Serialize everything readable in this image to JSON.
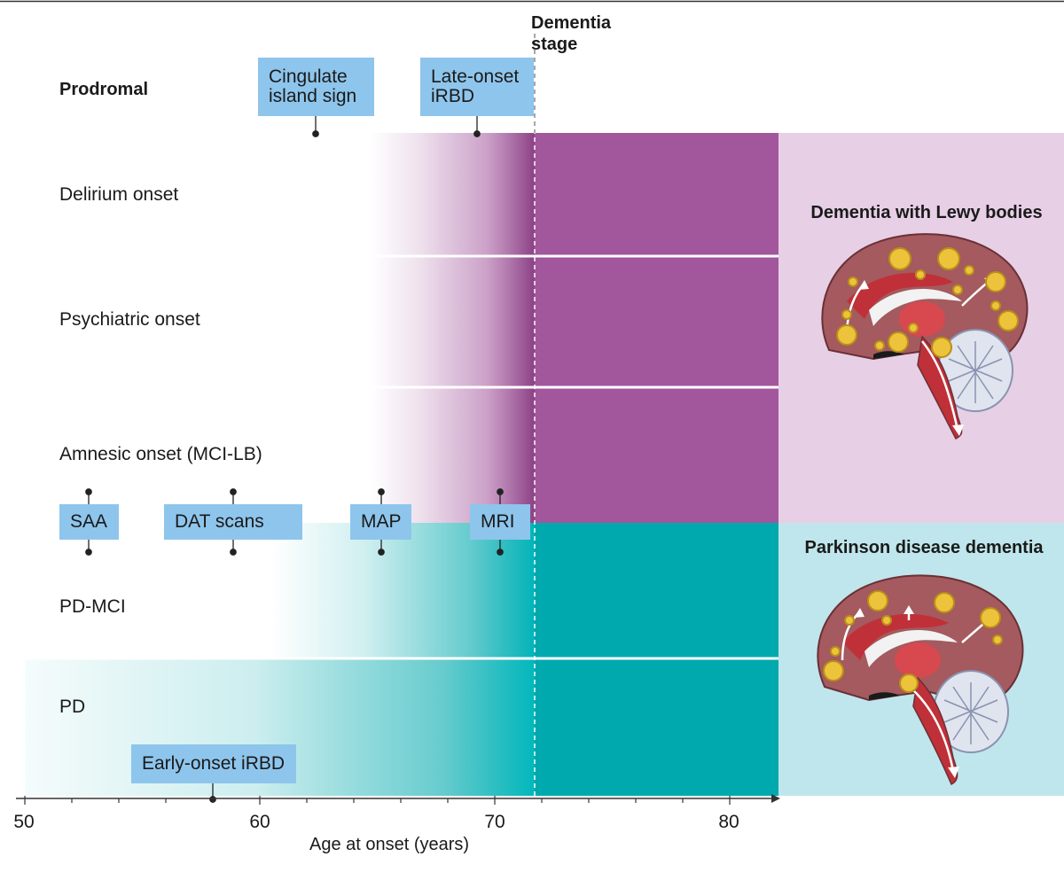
{
  "header": {
    "dementia_stage": [
      "Dementia",
      "stage"
    ]
  },
  "rows": {
    "prodromal": "Prodromal",
    "delirium": "Delirium onset",
    "psychiatric": "Psychiatric onset",
    "amnesic": "Amnesic onset (MCI-LB)",
    "pd_mci": "PD-MCI",
    "pd": "PD"
  },
  "biomarkers": {
    "cingulate": [
      "Cingulate",
      "island sign"
    ],
    "late_irbd": [
      "Late-onset",
      "iRBD"
    ],
    "saa": "SAA",
    "dat": "DAT scans",
    "map": "MAP",
    "mri": "MRI",
    "early_irbd": "Early-onset iRBD"
  },
  "panels": {
    "dlb": "Dementia with Lewy bodies",
    "pdd": "Parkinson disease dementia"
  },
  "axis": {
    "label": "Age at onset (years)",
    "ticks": [
      "50",
      "60",
      "70",
      "80"
    ]
  },
  "colors": {
    "dlb_band": "#a2569c",
    "pd_band": "#00a9ad",
    "dlb_panel": "#e7cfe6",
    "pd_panel": "#bfe6ec",
    "biomarker_box": "#8ec5ec",
    "brain": "#a45a5e",
    "lewy_body": "#ecc33a"
  }
}
